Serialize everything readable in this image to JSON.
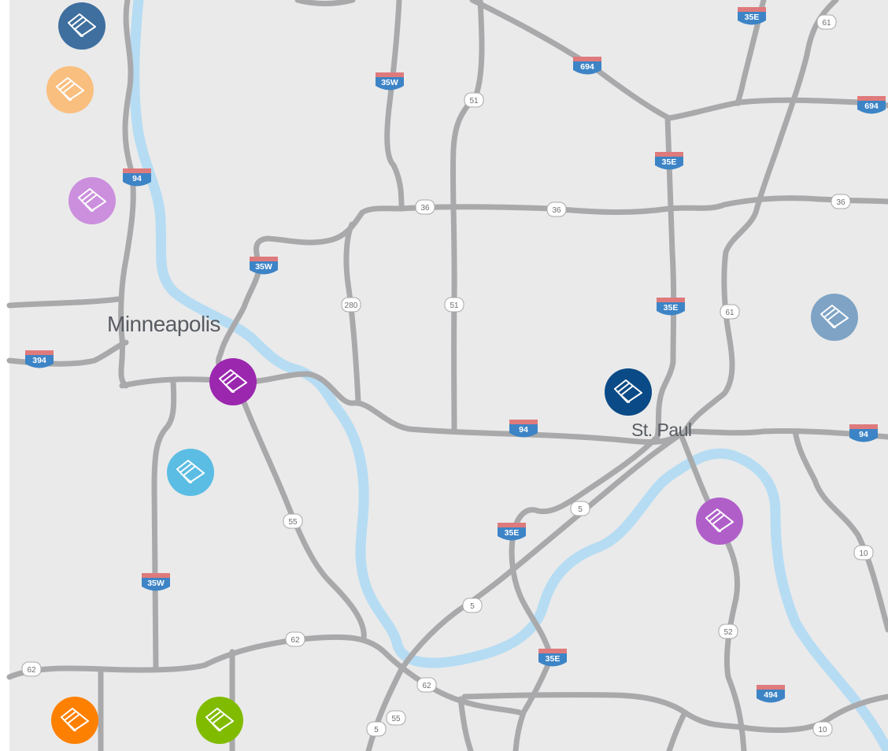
{
  "map": {
    "cities": [
      {
        "key": "minneapolis",
        "label": "Minneapolis"
      },
      {
        "key": "st_paul",
        "label": "St. Paul"
      }
    ],
    "colors": {
      "background": "#eaeaea",
      "road": "#a9a9ab",
      "river": "#b5dcf3",
      "interstate_shield": "#3d84c6",
      "interstate_band": "#df7a7c",
      "route_marker": "#ffffff",
      "route_marker_text": "#6f7073",
      "city_label": "#585c62"
    },
    "interstate_shields": [
      "35E",
      "35W",
      "694",
      "35E",
      "694",
      "94",
      "35W",
      "35E",
      "394",
      "94",
      "94",
      "35E",
      "35W",
      "35E",
      "494"
    ],
    "route_markers": [
      "61",
      "51",
      "36",
      "36",
      "36",
      "280",
      "51",
      "61",
      "55",
      "5",
      "5",
      "10",
      "52",
      "62",
      "62",
      "62",
      "55",
      "5",
      "10"
    ],
    "club_markers": [
      {
        "color": "#3e6f9f",
        "icon": "handshake-icon"
      },
      {
        "color": "#f9bf7f",
        "icon": "handshake-icon"
      },
      {
        "color": "#cb8fdd",
        "icon": "handshake-icon"
      },
      {
        "color": "#9b27af",
        "icon": "handshake-icon"
      },
      {
        "color": "#0a4a86",
        "icon": "handshake-icon"
      },
      {
        "color": "#7ea3c5",
        "icon": "handshake-icon"
      },
      {
        "color": "#5bbde3",
        "icon": "handshake-icon"
      },
      {
        "color": "#b05fc9",
        "icon": "handshake-icon"
      },
      {
        "color": "#fe8000",
        "icon": "handshake-icon"
      },
      {
        "color": "#80bb00",
        "icon": "handshake-icon"
      }
    ]
  }
}
